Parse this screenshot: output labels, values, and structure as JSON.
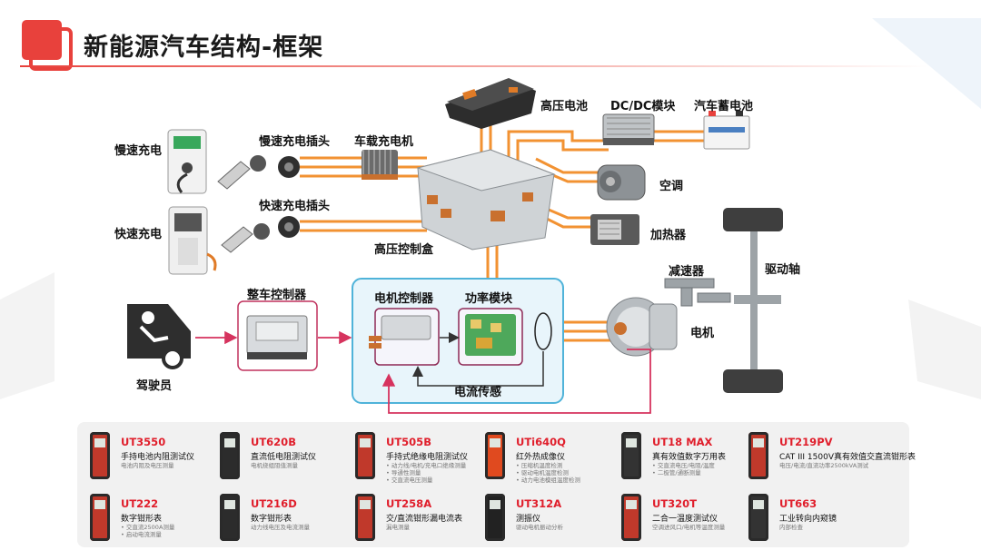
{
  "title": "新能源汽车结构-框架",
  "colors": {
    "accent": "#e8413c",
    "wire": "#f29232",
    "box_border": "#4fb3d9",
    "box_fill": "#e8f5fb",
    "arrow": "#d6335e"
  },
  "labels": {
    "slow_charge": "慢速充电",
    "fast_charge": "快速充电",
    "slow_plug": "慢速充电插头",
    "fast_plug": "快速充电插头",
    "onboard_charger": "车载充电机",
    "hv_control_box": "高压控制盒",
    "hv_battery": "高压电池",
    "dcdc": "DC/DC模块",
    "aux_battery": "汽车蓄电池",
    "ac": "空调",
    "heater": "加热器",
    "reducer": "减速器",
    "drive_shaft": "驱动轴",
    "motor": "电机",
    "vcu": "整车控制器",
    "driver": "驾驶员",
    "motor_controller": "电机控制器",
    "power_module": "功率模块",
    "current_sensing": "电流传感"
  },
  "products": [
    {
      "model": "UT3550",
      "name": "手持电池内阻测试仪",
      "details": [
        "电池内阻及电压测量"
      ]
    },
    {
      "model": "UT620B",
      "name": "直流低电阻测试仪",
      "details": [
        "电机绕组阻值测量"
      ]
    },
    {
      "model": "UT505B",
      "name": "手持式绝缘电阻测试仪",
      "details": [
        "动力线/电机/充电口绝缘测量",
        "导通性测量",
        "交直流电压测量"
      ]
    },
    {
      "model": "UTi640Q",
      "name": "红外热成像仪",
      "details": [
        "压缩机温度检测",
        "驱动电机温度检测",
        "动力电池模组温度检测"
      ]
    },
    {
      "model": "UT18 MAX",
      "name": "真有效值数字万用表",
      "details": [
        "交直流电压/电阻/温度",
        "二极管/通断测量"
      ]
    },
    {
      "model": "UT219PV",
      "name": "CAT III 1500V真有效值交直流钳形表",
      "details": [
        "电压/电流/直流功率2500kVA测试"
      ]
    },
    {
      "model": "UT222",
      "name": "数字钳形表",
      "details": [
        "交直流2500A测量",
        "启动电流测量"
      ]
    },
    {
      "model": "UT216D",
      "name": "数字钳形表",
      "details": [
        "动力线电压及电流测量"
      ]
    },
    {
      "model": "UT258A",
      "name": "交/直流钳形漏电流表",
      "details": [
        "漏电测量"
      ]
    },
    {
      "model": "UT312A",
      "name": "测振仪",
      "details": [
        "驱动电机振动分析"
      ]
    },
    {
      "model": "UT320T",
      "name": "二合一温度测试仪",
      "details": [
        "空调进风口/电机等温度测量"
      ]
    },
    {
      "model": "UT663",
      "name": "工业转向内窥镜",
      "details": [
        "内部检查"
      ]
    }
  ]
}
